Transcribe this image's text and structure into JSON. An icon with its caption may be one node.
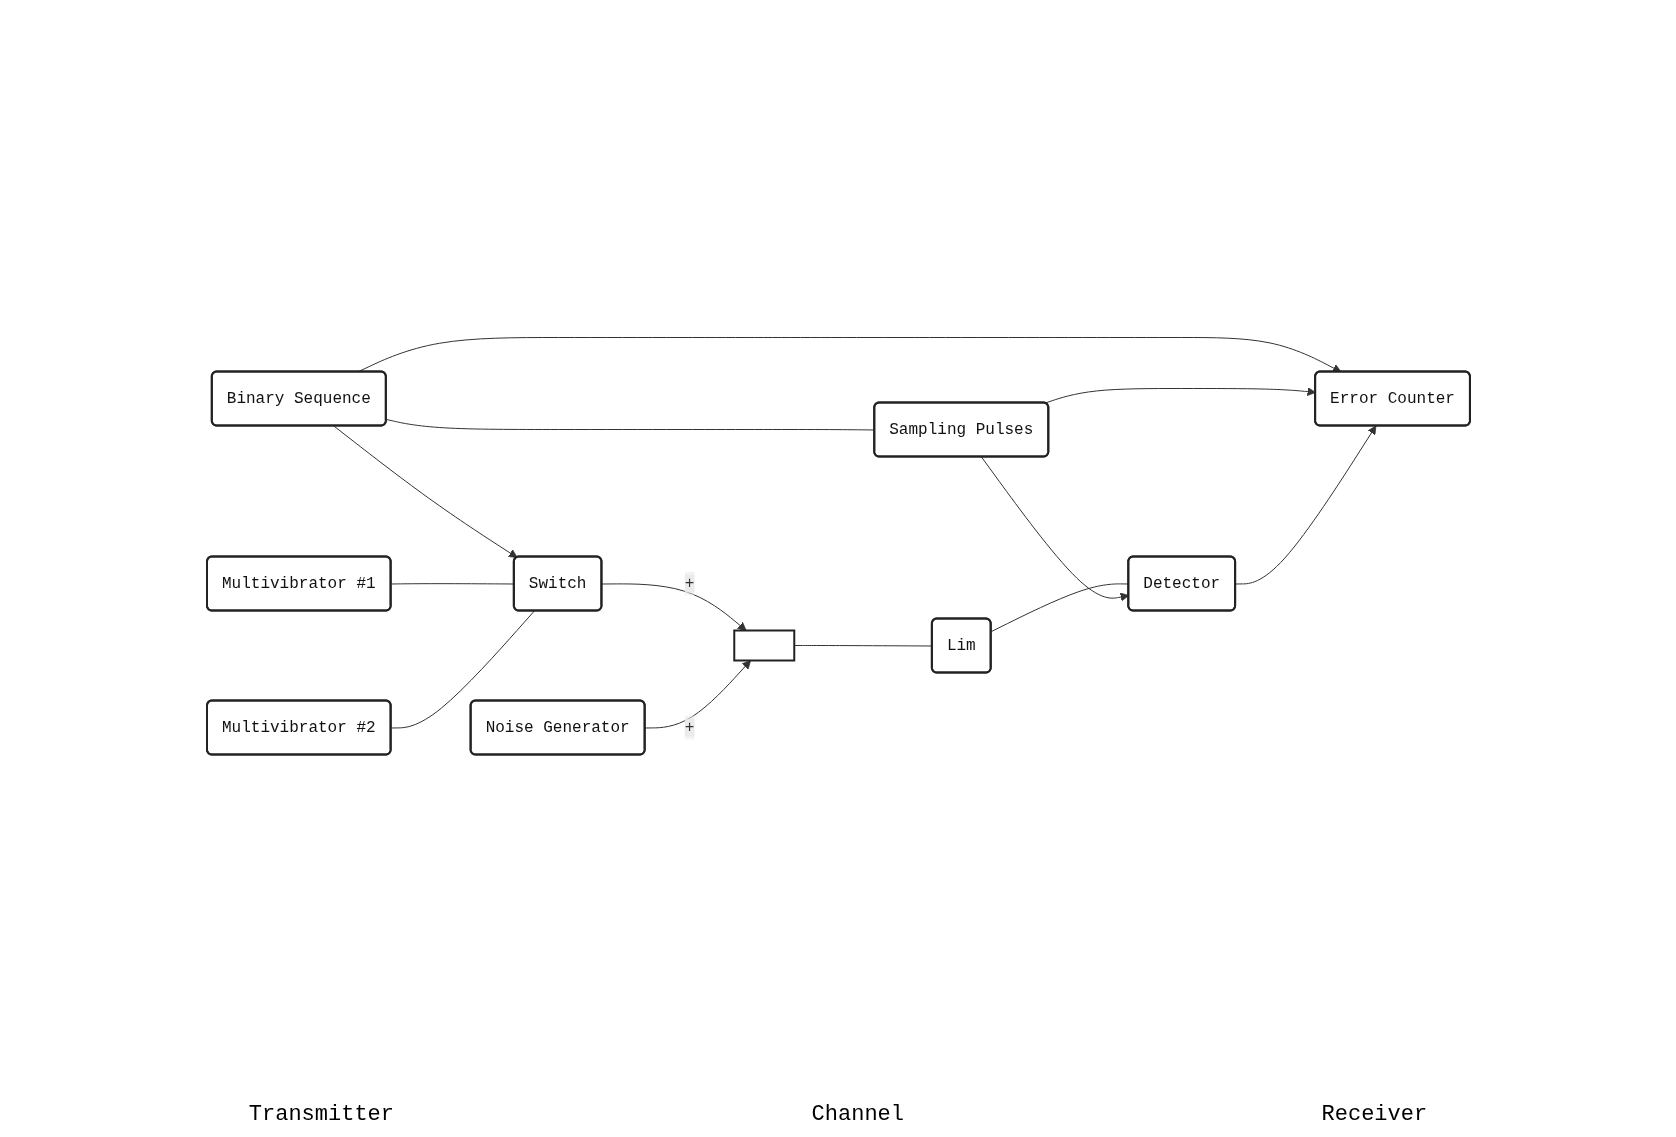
{
  "diagram": {
    "nodes": [
      {
        "text": [
          "Binary Sequence"
        ]
      },
      {
        "text": [
          "Multivibrator #1"
        ]
      },
      {
        "text": [
          "Multivibrator #2"
        ]
      },
      {
        "text": [
          "Switch"
        ]
      },
      {
        "text": [],
        "shape": "box"
      },
      {
        "text": [
          "Noise Generator"
        ]
      },
      {
        "text": [
          "Lim"
        ]
      },
      {
        "text": [
          "Sampling Pulses"
        ]
      },
      {
        "text": [
          "Detector"
        ]
      },
      {
        "text": [
          "Error Counter"
        ]
      }
    ],
    "edges": [
      {
        "from": 0,
        "to": 3,
        "arrow": "to"
      },
      {
        "from": 0,
        "to": 9,
        "arrow": "to"
      },
      {
        "from": 0,
        "to": 7,
        "arrow": "none"
      },
      {
        "from": 1,
        "to": 3,
        "arrow": "none"
      },
      {
        "from": 2,
        "to": 3,
        "arrow": "none"
      },
      {
        "from": 3,
        "to": 4,
        "arrow": "to",
        "label": "+"
      },
      {
        "from": 5,
        "to": 4,
        "arrow": "to",
        "label": "+"
      },
      {
        "from": 4,
        "to": 6,
        "arrow": "none"
      },
      {
        "from": 6,
        "to": 8,
        "arrow": "none"
      },
      {
        "from": 7,
        "to": 8,
        "arrow": "to"
      },
      {
        "from": 7,
        "to": 9,
        "arrow": "to"
      },
      {
        "from": 8,
        "to": 9,
        "arrow": "to"
      }
    ],
    "labels": [
      "Transmitter",
      "Channel",
      "Receiver"
    ]
  }
}
